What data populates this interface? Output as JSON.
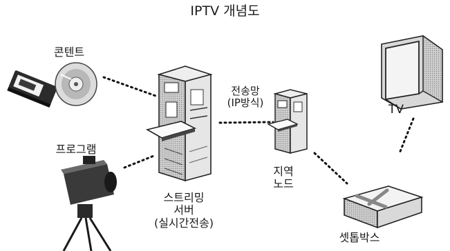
{
  "title": "IPTV 개념도",
  "labels": {
    "contents": "콘텐트",
    "program": "프로그램",
    "network_line1": "전송망",
    "network_line2": "(IP방식)",
    "node_line1": "지역",
    "node_line2": "노드",
    "server_line1": "스트리밍",
    "server_line2": "서버",
    "server_line3": "(실시간전송)",
    "tv": "TV",
    "settopbox": "셋톱박스"
  }
}
